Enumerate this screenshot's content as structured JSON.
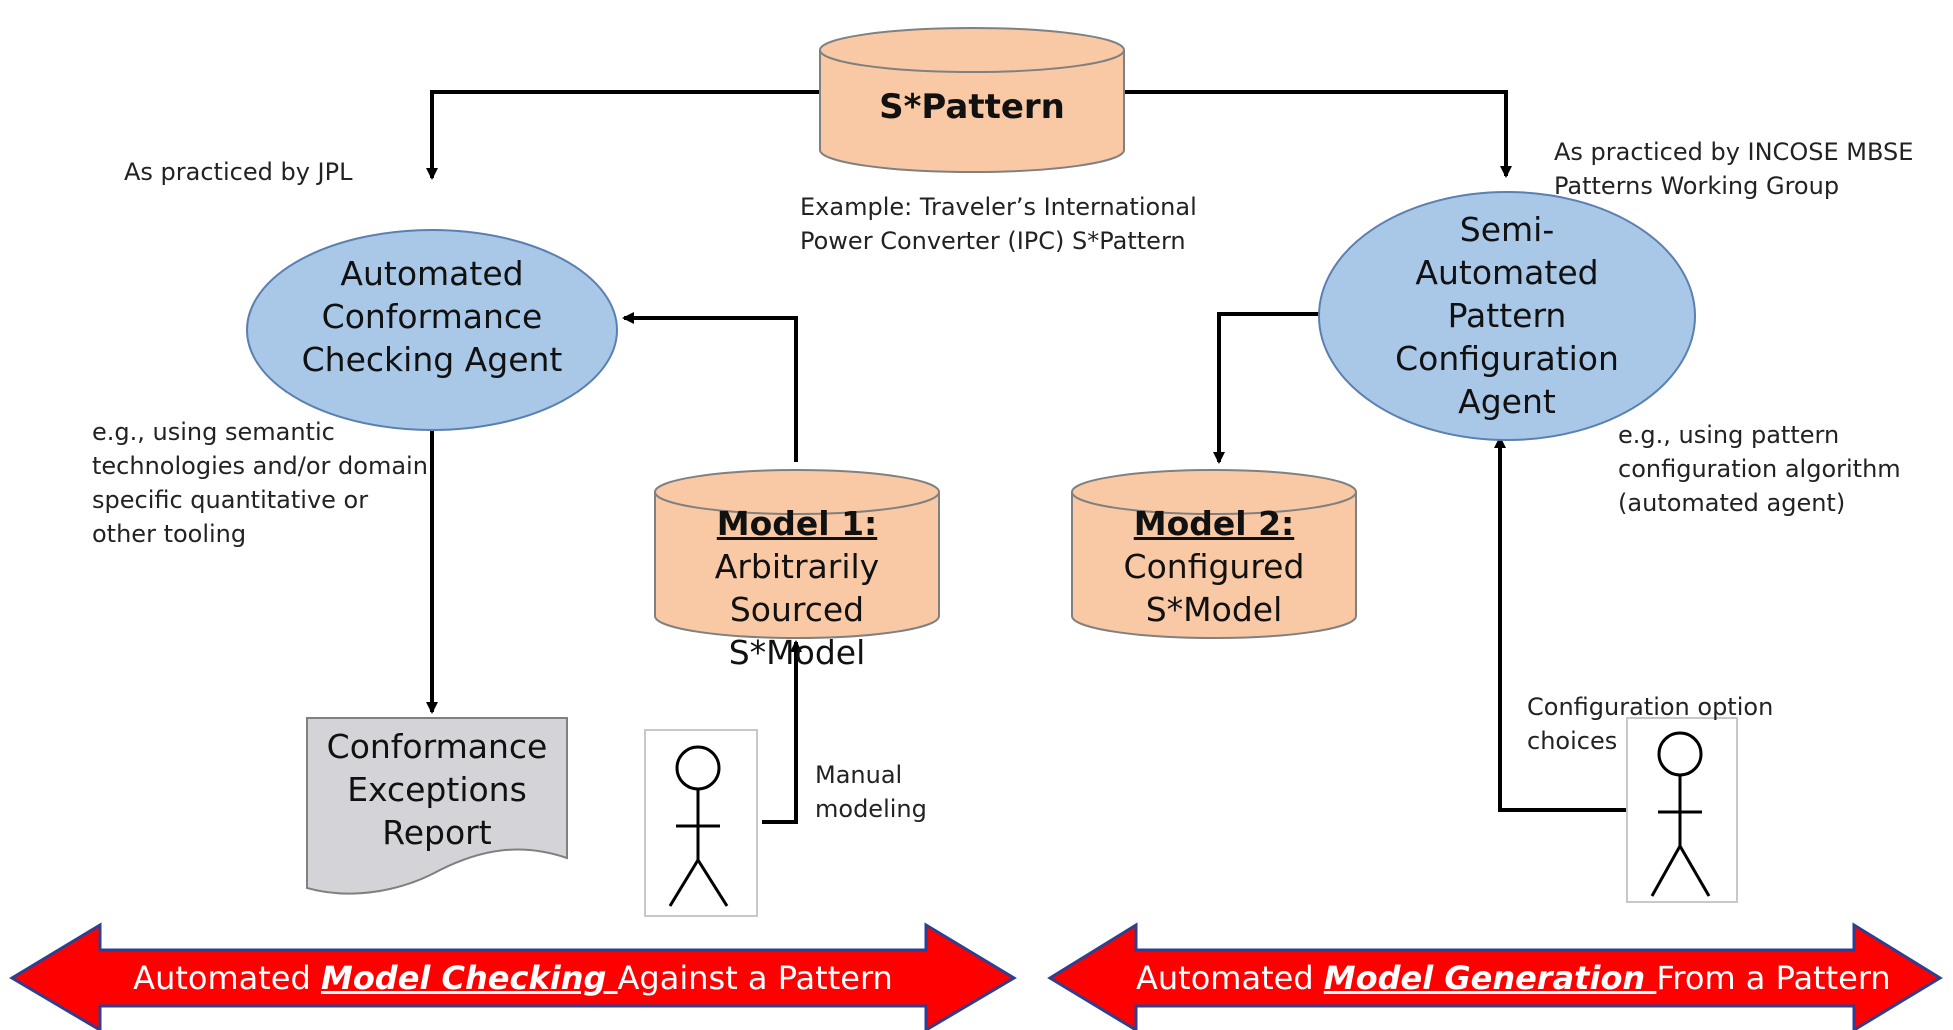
{
  "pattern_db": {
    "label": "S*Pattern"
  },
  "pattern_example": {
    "line1": "Example: Traveler’s International",
    "line2": "Power Converter (IPC) S*Pattern"
  },
  "left_note": {
    "text": "As practiced by JPL"
  },
  "right_note": {
    "line1": "As practiced by INCOSE MBSE",
    "line2": "Patterns Working Group"
  },
  "checking_agent": {
    "line1": "Automated",
    "line2": "Conformance",
    "line3": "Checking Agent"
  },
  "config_agent": {
    "line1": "Semi-",
    "line2": "Automated",
    "line3": "Pattern",
    "line4": "Configuration",
    "line5": "Agent"
  },
  "checking_note": {
    "line1": "e.g., using semantic",
    "line2": "technologies and/or domain",
    "line3": "specific quantitative or",
    "line4": "other tooling"
  },
  "config_note": {
    "line1": "e.g., using pattern",
    "line2": "configuration algorithm",
    "line3": "(automated agent)"
  },
  "model1": {
    "title": "Model 1:",
    "line1": "Arbitrarily",
    "line2": "Sourced S*Model"
  },
  "model2": {
    "title": "Model 2:",
    "line1": "Configured",
    "line2": "S*Model"
  },
  "report": {
    "line1": "Conformance",
    "line2": "Exceptions",
    "line3": "Report"
  },
  "manual_note": {
    "line1": "Manual",
    "line2": "modeling"
  },
  "config_choice_note": {
    "line1": "Configuration option",
    "line2": "choices"
  },
  "banner_left": {
    "prefix": "Automated ",
    "emphasis": "Model Checking ",
    "suffix": "Against a Pattern"
  },
  "banner_right": {
    "prefix": "Automated ",
    "emphasis": "Model Generation ",
    "suffix": "From a Pattern"
  },
  "colors": {
    "db_fill": "#f9c9a6",
    "db_stroke": "#808080",
    "ellipse_fill": "#a9c8e8",
    "ellipse_stroke": "#5a7fb0",
    "report_fill": "#d4d4d8",
    "banner_fill": "#ff0000",
    "banner_stroke": "#2e3f8f"
  }
}
